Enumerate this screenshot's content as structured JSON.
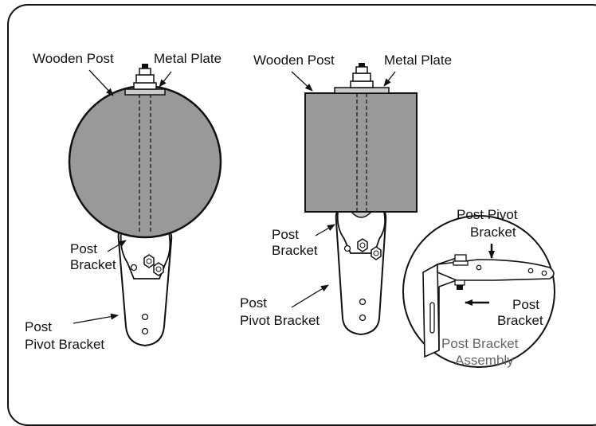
{
  "labels": {
    "left_wooden_post": "Wooden Post",
    "left_metal_plate": "Metal Plate",
    "left_post_bracket_1": "Post",
    "left_post_bracket_2": "Bracket",
    "left_pivot_1": "Post",
    "left_pivot_2": "Pivot Bracket",
    "mid_wooden_post": "Wooden Post",
    "mid_metal_plate": "Metal Plate",
    "mid_post_bracket_1": "Post",
    "mid_post_bracket_2": "Bracket",
    "mid_pivot_1": "Post",
    "mid_pivot_2": "Pivot Bracket",
    "inset_pivot_1": "Post Pivot",
    "inset_pivot_2": "Bracket",
    "inset_post_bracket_1": "Post",
    "inset_post_bracket_2": "Bracket",
    "inset_title_1": "Post Bracket",
    "inset_title_2": "Assembly"
  },
  "colors": {
    "post_fill": "#999999",
    "line": "#111111",
    "caption_gray": "#666666"
  }
}
